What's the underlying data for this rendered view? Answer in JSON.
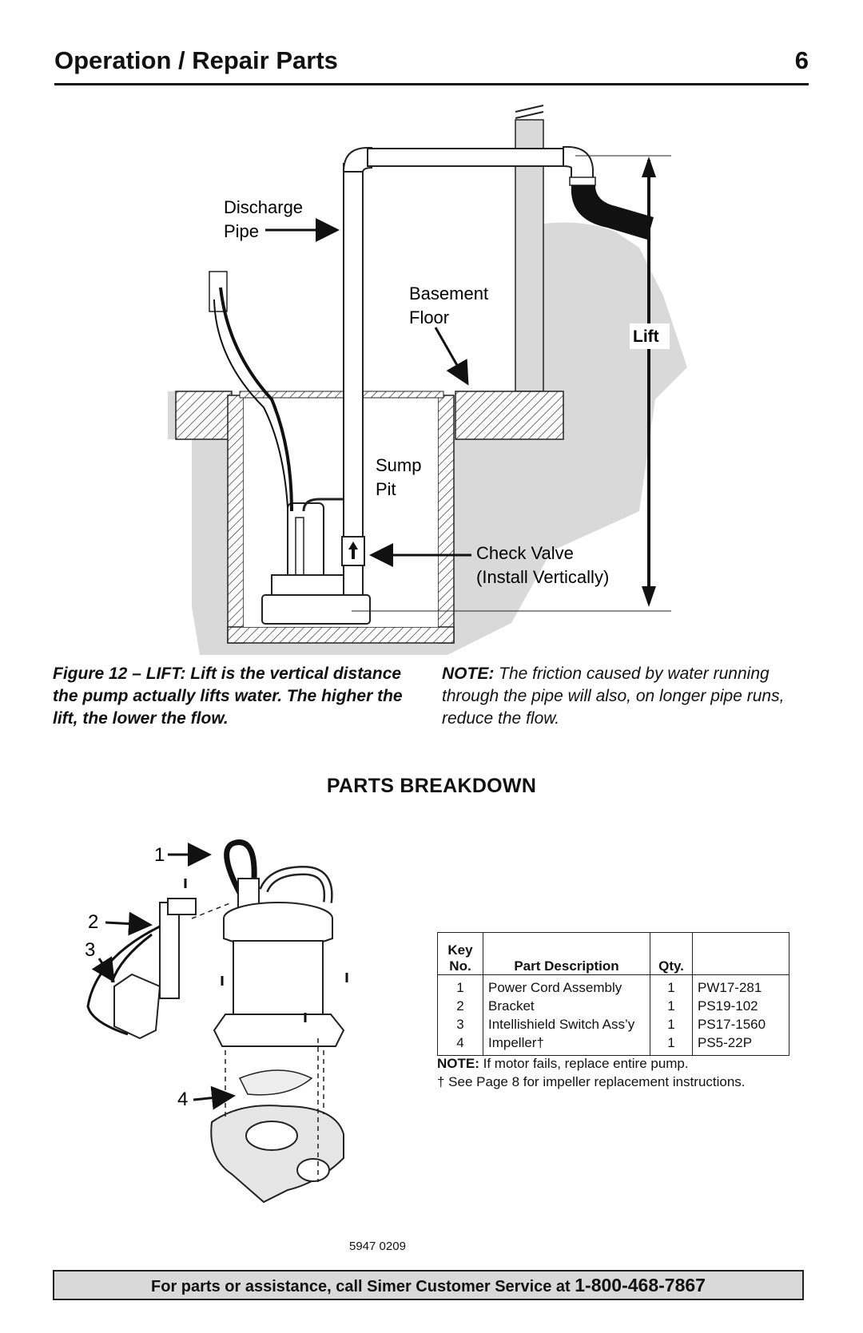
{
  "header": {
    "title": "Operation / Repair Parts",
    "page_number": "6"
  },
  "figure12": {
    "labels": {
      "discharge_pipe_1": "Discharge",
      "discharge_pipe_2": "Pipe",
      "basement_floor_1": "Basement",
      "basement_floor_2": "Floor",
      "lift": "Lift",
      "sump_pit_1": "Sump",
      "sump_pit_2": "Pit",
      "check_valve_1": "Check Valve",
      "check_valve_2": "(Install Vertically)"
    },
    "caption": "Figure 12 – LIFT: Lift is the vertical distance the pump actually lifts water. The higher the lift, the lower the flow.",
    "note_label": "NOTE:",
    "note_text": " The friction caused by water running through the pipe will also, on longer pipe runs, reduce the flow."
  },
  "parts": {
    "heading": "PARTS BREAKDOWN",
    "callouts": [
      "1",
      "2",
      "3",
      "4"
    ],
    "table": {
      "headers": {
        "key_1": "Key",
        "key_2": "No.",
        "description": "Part Description",
        "qty": "Qty.",
        "part": ""
      },
      "rows": [
        {
          "key": "1",
          "description": "Power Cord Assembly",
          "qty": "1",
          "part": "PW17-281"
        },
        {
          "key": "2",
          "description": "Bracket",
          "qty": "1",
          "part": "PS19-102"
        },
        {
          "key": "3",
          "description": "Intellishield Switch Ass’y",
          "qty": "1",
          "part": "PS17-1560"
        },
        {
          "key": "4",
          "description": "Impeller†",
          "qty": "1",
          "part": "PS5-22P"
        }
      ]
    },
    "note_label": "NOTE:",
    "note_text": " If motor fails, replace entire pump.",
    "dagger_note": "† See Page 8 for impeller replacement instructions."
  },
  "doc_code": "5947 0209",
  "footer": {
    "text": "For parts or assistance, call Simer Customer Service at ",
    "phone": "1-800-468-7867"
  }
}
